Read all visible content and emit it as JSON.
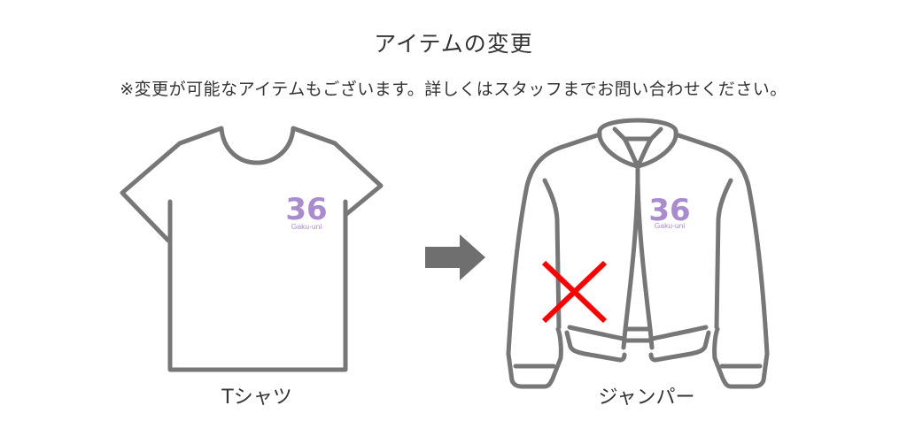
{
  "header": {
    "title": "アイテムの変更",
    "note": "※変更が可能なアイテムもございます。詳しくはスタッフまでお問い合わせください。"
  },
  "items": {
    "before": {
      "label": "Tシャツ",
      "logo_number": "36",
      "logo_text": "Gaku-uni"
    },
    "after": {
      "label": "ジャンパー",
      "logo_number": "36",
      "logo_text": "Gaku-uni",
      "mark": "x-mark-icon"
    }
  },
  "arrow": {
    "icon": "arrow-right-icon"
  },
  "colors": {
    "outline": "#777777",
    "logo": "#a98bd0",
    "arrow": "#6f6f6f",
    "cross": "#ff0000",
    "text": "#333333"
  }
}
